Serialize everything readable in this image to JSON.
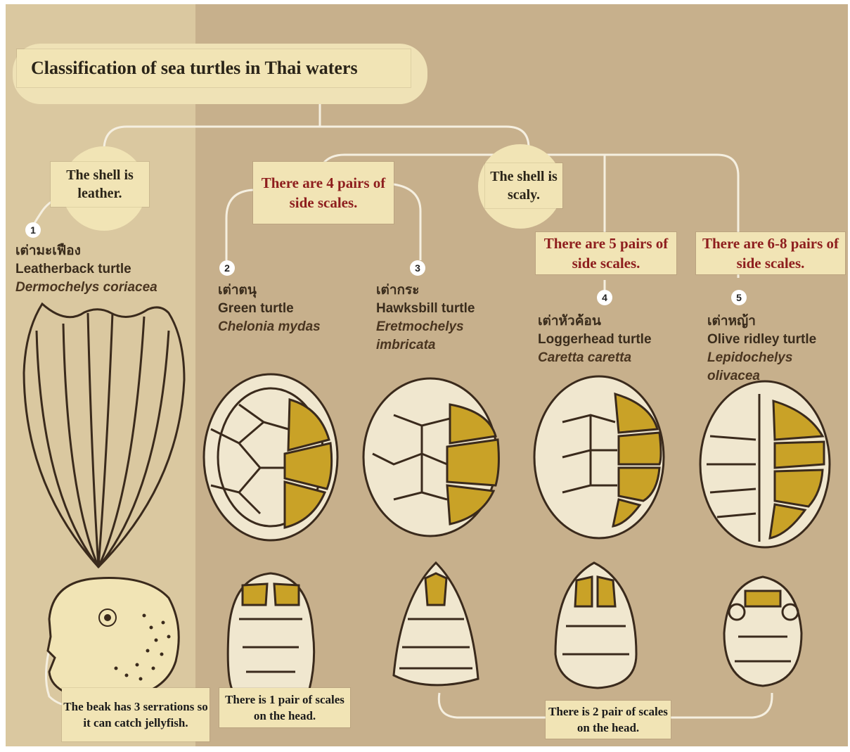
{
  "title": "Classification of sea turtles in Thai waters",
  "branches": {
    "leather": "The shell is leather.",
    "scaly": "The shell is scaly."
  },
  "groups": {
    "four_pairs": "There are 4 pairs of side scales.",
    "five_pairs": "There are 5 pairs of side scales.",
    "six_eight_pairs": "There are 6-8 pairs of side scales."
  },
  "species": [
    {
      "number": "1",
      "thai": "เต่ามะเฟือง",
      "common": "Leatherback turtle",
      "scientific": "Dermochelys coriacea"
    },
    {
      "number": "2",
      "thai": "เต่าตนุ",
      "common": "Green turtle",
      "scientific": "Chelonia mydas"
    },
    {
      "number": "3",
      "thai": "เต่ากระ",
      "common": "Hawksbill turtle",
      "scientific": "Eretmochelys imbricata"
    },
    {
      "number": "4",
      "thai": "เต่าหัวค้อน",
      "common": "Loggerhead turtle",
      "scientific": "Caretta caretta"
    },
    {
      "number": "5",
      "thai": "เต่าหญ้า",
      "common": "Olive ridley turtle",
      "scientific": "Lepidochelys olivacea"
    }
  ],
  "notes": {
    "beak": "The beak has 3 serrations so it can catch jellyfish.",
    "one_pair": "There is 1 pair of scales on the head.",
    "two_pair": "There is 2 pair of scales on the head."
  },
  "colors": {
    "left_panel": "#dac8a0",
    "main_panel": "#c7b08c",
    "label_box": "#f1e4b5",
    "scale_highlight": "#c9a227",
    "red_text": "#8e1e1e",
    "line": "#f5efe0"
  }
}
